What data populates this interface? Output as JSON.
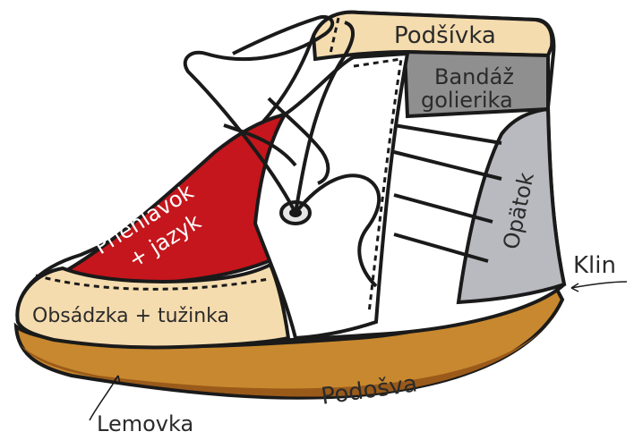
{
  "diagram": {
    "parts": [
      {
        "key": "podsivka",
        "label": "Podšívka",
        "color": "#f5dcae"
      },
      {
        "key": "bandaz_1",
        "label": "Bandáž",
        "color": "#8f8f8f"
      },
      {
        "key": "bandaz_2",
        "label": "golierika",
        "color": "#8f8f8f"
      },
      {
        "key": "opatok",
        "label": "Opätok",
        "color": "#b9b9c0"
      },
      {
        "key": "klin",
        "label": "Klin",
        "color": "#ffffff"
      },
      {
        "key": "priehlavok_1",
        "label": "Priehlavok",
        "color": "#c4161c"
      },
      {
        "key": "priehlavok_2",
        "label": "+ jazyk",
        "color": "#c4161c"
      },
      {
        "key": "obsadzka",
        "label": "Obsádzka + tužinka",
        "color": "#f5dcae"
      },
      {
        "key": "podosva",
        "label": "Podošva",
        "color": "#c8882f"
      },
      {
        "key": "lemovka",
        "label": "Lemovka",
        "color": "#9a5a1a"
      }
    ],
    "outline_color": "#1a1a1a"
  }
}
